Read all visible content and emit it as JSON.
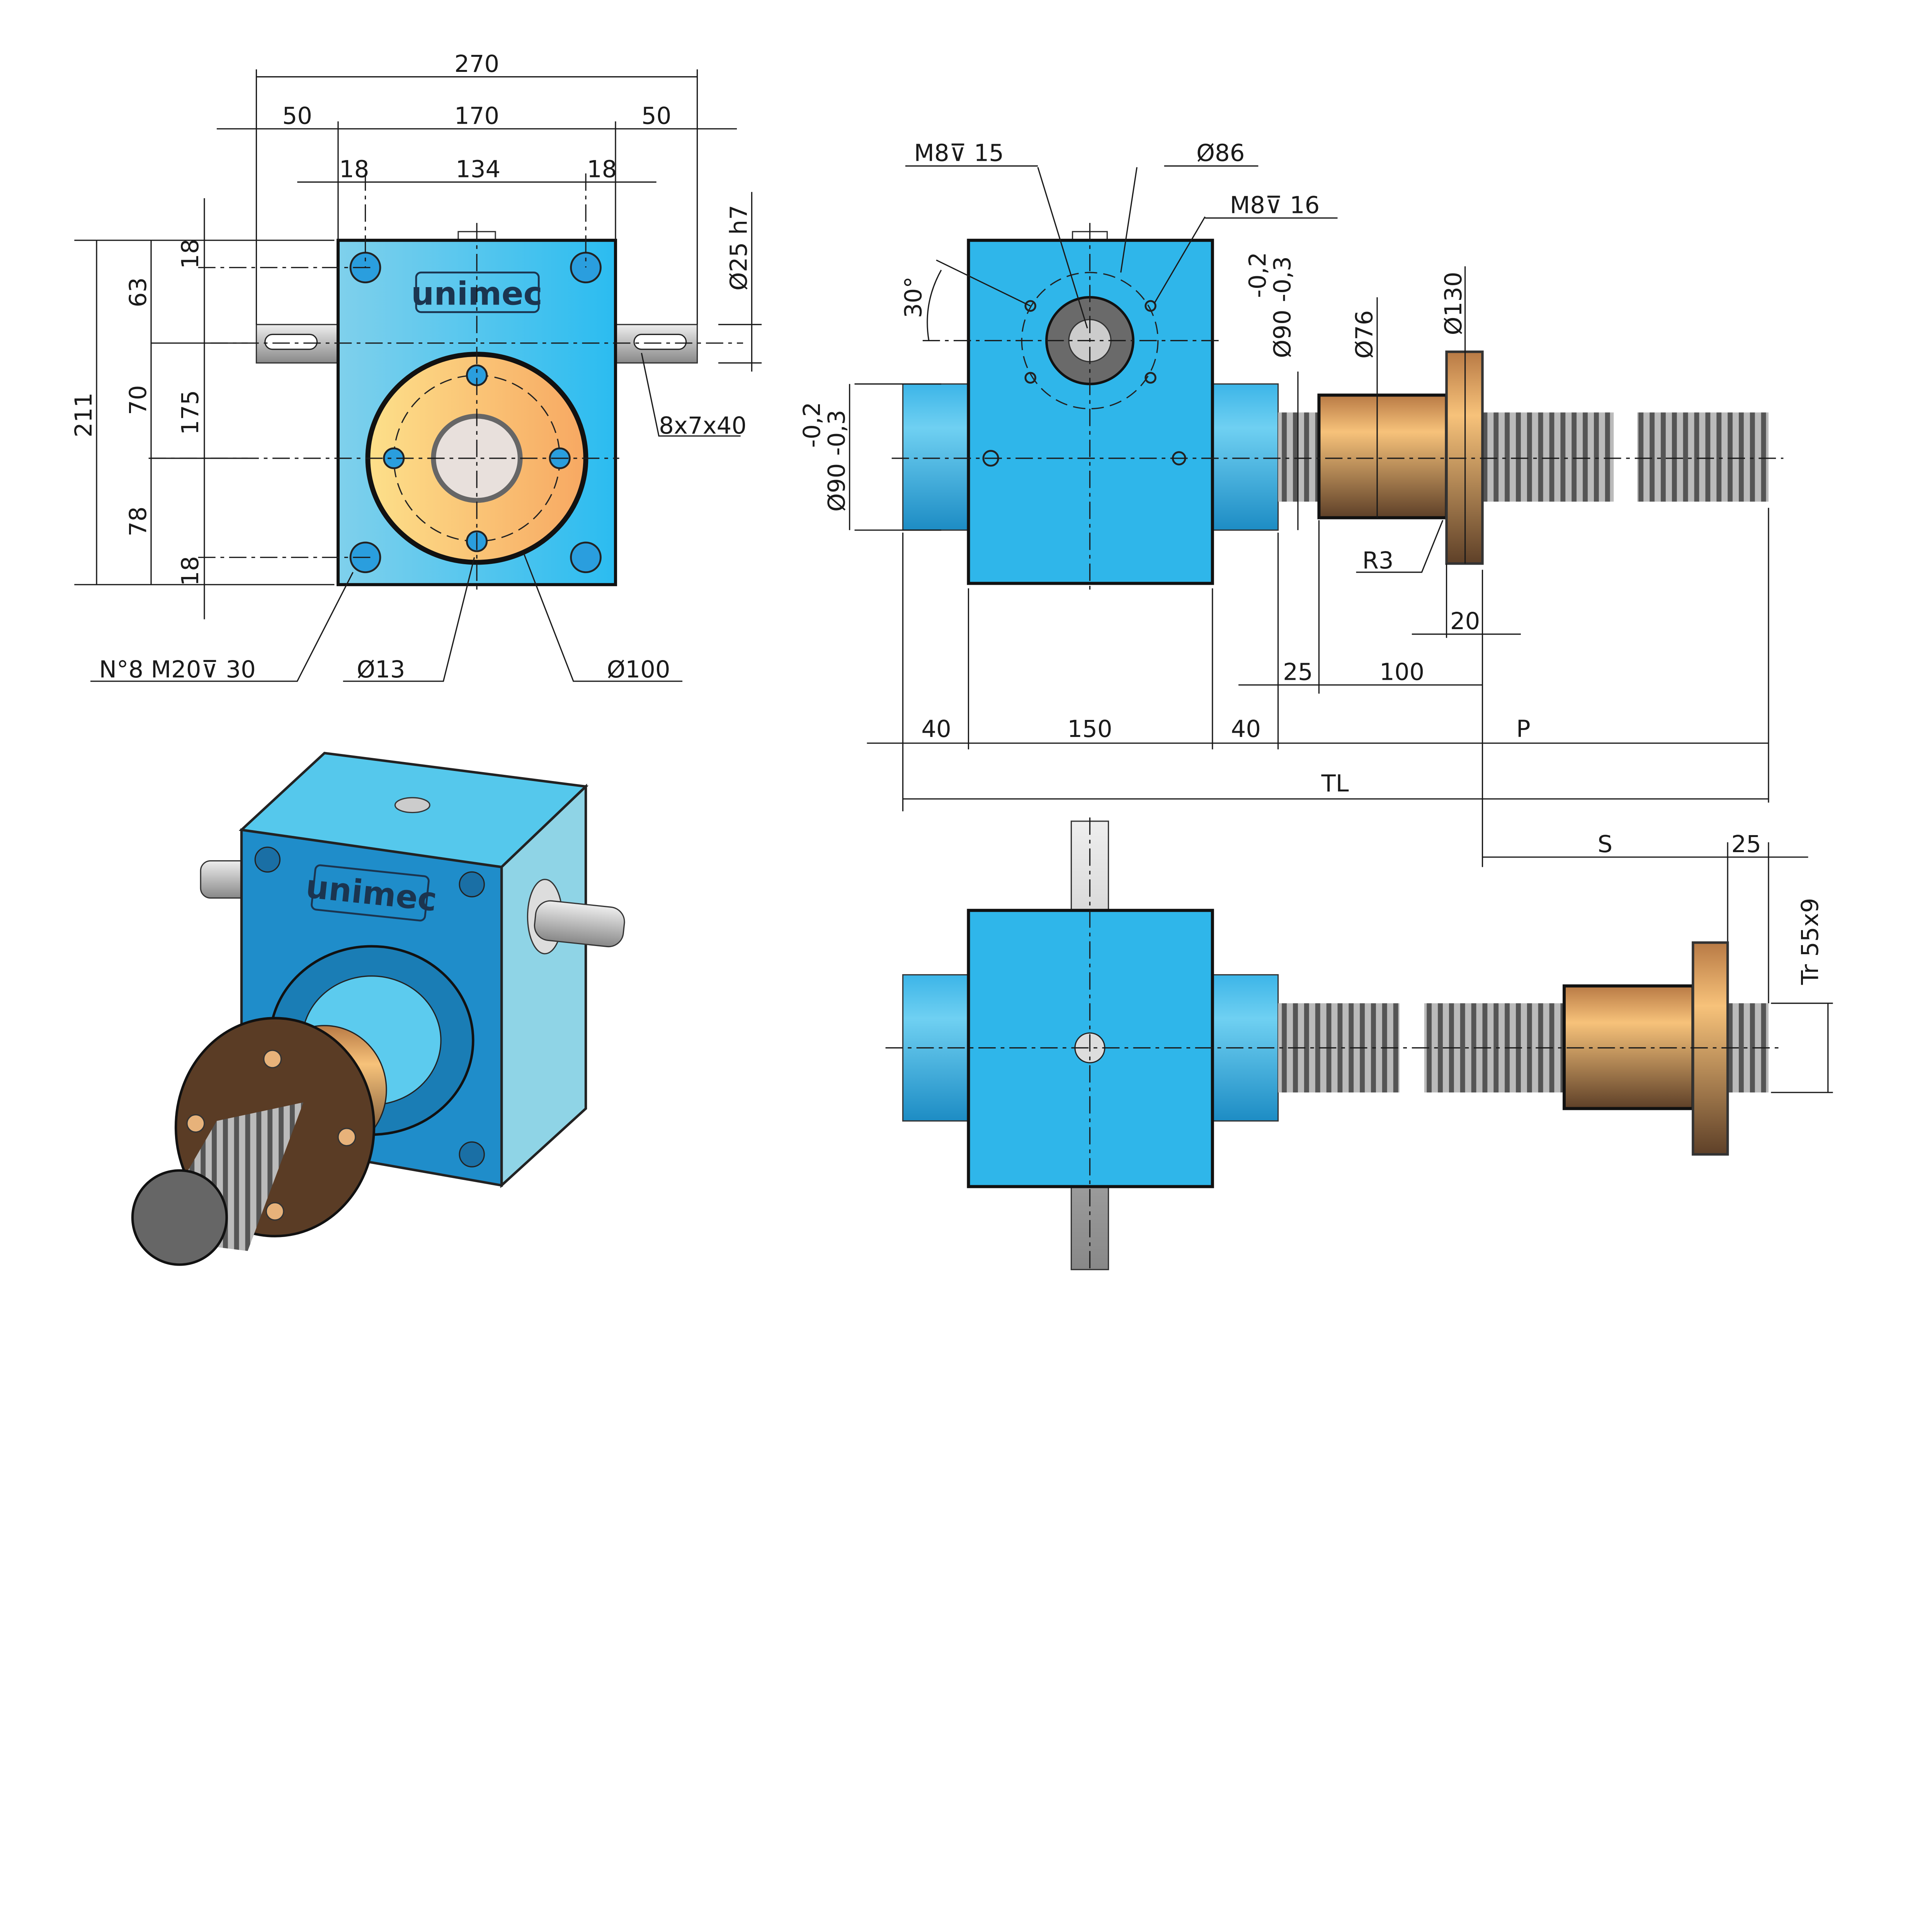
{
  "brand": "unimec",
  "colors": {
    "housing": "#2fb6ea",
    "housing_light": "#7fd0ec",
    "bronze": "#d89a55",
    "bronze_dark": "#6e4a2c",
    "screw": "#777777",
    "shaft": "#c8c8c8"
  },
  "front_view": {
    "dims_horizontal": [
      "270",
      "50",
      "170",
      "50",
      "18",
      "134",
      "18"
    ],
    "dims_vertical": [
      "211",
      "63",
      "70",
      "78",
      "175",
      "18",
      "18"
    ],
    "shaft_diameter": "Ø25 h7",
    "key": "8x7x40",
    "callouts": {
      "threaded_holes": "N°8 M20⊽ 30",
      "hole_diameter": "Ø13",
      "bolt_circle": "Ø100"
    }
  },
  "side_view": {
    "callouts": {
      "top_thread": "M8⊽ 15",
      "bolt_circle": "Ø86",
      "side_thread": "M8⊽ 16",
      "angle": "30°",
      "r": "R3"
    },
    "tolerance_upper": "-0,2",
    "cyl_dia": "Ø90 -0,3",
    "nut_dia": "Ø76",
    "flange_dia": "Ø130",
    "dims": {
      "flange_thk": "20",
      "gap": "25",
      "nut_len": "100",
      "left": "40",
      "body": "150",
      "right": "40",
      "p": "P",
      "tl": "TL"
    }
  },
  "bottom_view": {
    "s": "S",
    "end": "25",
    "thread": "Tr 55x9"
  }
}
